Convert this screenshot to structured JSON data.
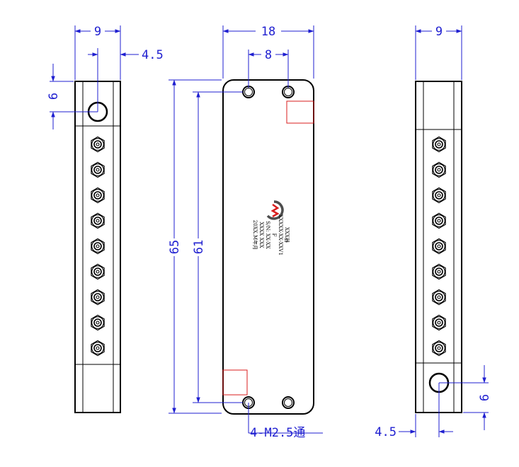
{
  "colors": {
    "outline": "#000000",
    "dimension": "#1f1fd0",
    "connector_pad": "#d81e1e",
    "logo_red": "#d81e1e",
    "logo_gray": "#4d4d4d"
  },
  "dimensions": {
    "left_width": "9",
    "left_hole_offset": "4.5",
    "left_hole_height": "6",
    "front_width": "18",
    "front_hole_spacing": "8",
    "front_height_outer": "65",
    "front_height_holes": "61",
    "mount_holes_note": "4-M2.5通",
    "right_width": "9",
    "right_hole_offset": "4.5",
    "right_hole_height": "6"
  },
  "label": {
    "lines": [
      "XXX器",
      "XXXXX-XX-XXV1",
      "F",
      "S/N: XX-XX",
      "XXXX  XXX",
      "20XX.M年月"
    ]
  },
  "left_view": {
    "connector_count": 9
  },
  "right_view": {
    "connector_count": 9
  }
}
